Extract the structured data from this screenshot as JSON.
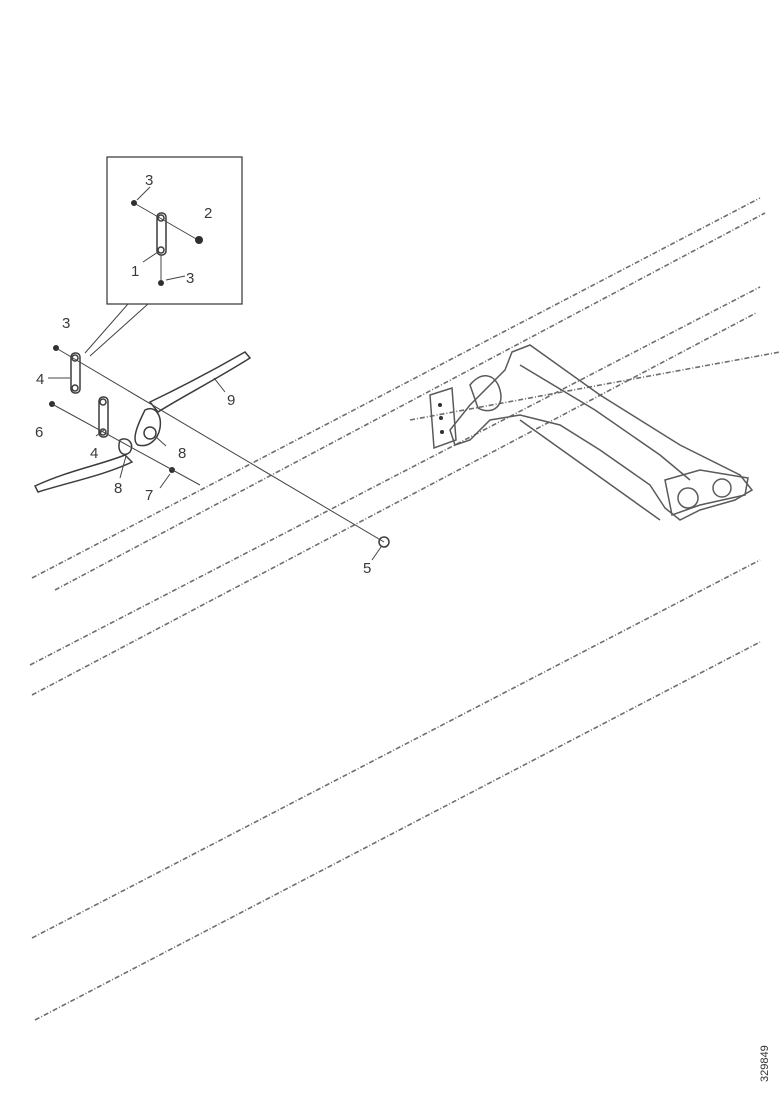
{
  "diagram": {
    "inset_callouts": {
      "c1": "1",
      "c2": "2",
      "c3a": "3",
      "c3b": "3"
    },
    "main_callouts": {
      "c3": "3",
      "c4a": "4",
      "c4b": "4",
      "c5": "5",
      "c6": "6",
      "c7": "7",
      "c8a": "8",
      "c8b": "8",
      "c9": "9"
    },
    "drawing_number": "329849"
  }
}
